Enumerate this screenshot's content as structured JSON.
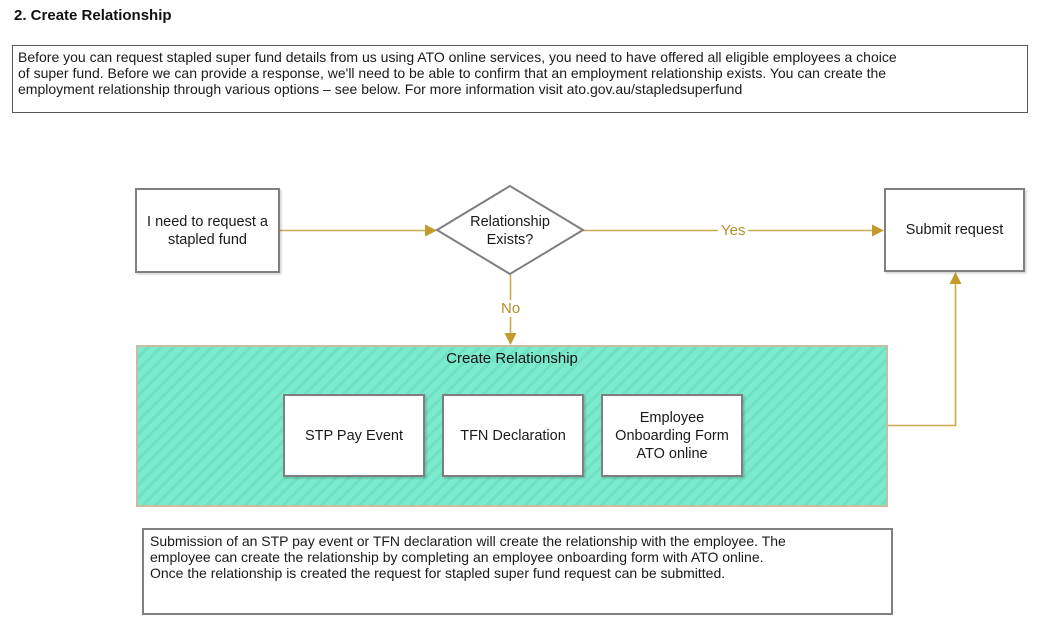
{
  "page": {
    "title": "2. Create Relationship"
  },
  "intro_box": {
    "text": "Before you can request stapled super fund details from us using ATO online services, you need to have offered all eligible employees a choice\nof super fund. Before we can provide a response, we'll need to be able to confirm that an employment relationship exists. You can create the\nemployment relationship through various options – see below. For more information visit ato.gov.au/stapledsuperfund"
  },
  "flowchart": {
    "start_node": {
      "label": "I need to request a stapled fund"
    },
    "decision_node": {
      "label": "Relationship Exists?"
    },
    "yes_label": "Yes",
    "no_label": "No",
    "submit_node": {
      "label": "Submit request"
    },
    "group": {
      "title": "Create Relationship",
      "options": [
        {
          "label": "STP Pay Event"
        },
        {
          "label": "TFN Declaration"
        },
        {
          "label": "Employee Onboarding Form ATO online"
        }
      ]
    }
  },
  "footer_box": {
    "text": "Submission of an STP pay event or TFN declaration will create the relationship with the employee. The\nemployee can create the relationship by completing an employee onboarding form with ATO online.\nOnce the relationship is created the request for stapled super fund request can be submitted."
  },
  "colors": {
    "connector_gold": "#C9AA50",
    "arrowhead_gold": "#C49A2F",
    "edge_label_gold": "#B2902C",
    "group_fill": "#7BEACD",
    "group_border": "#C8BFA0",
    "node_border": "#7F7F7F"
  }
}
